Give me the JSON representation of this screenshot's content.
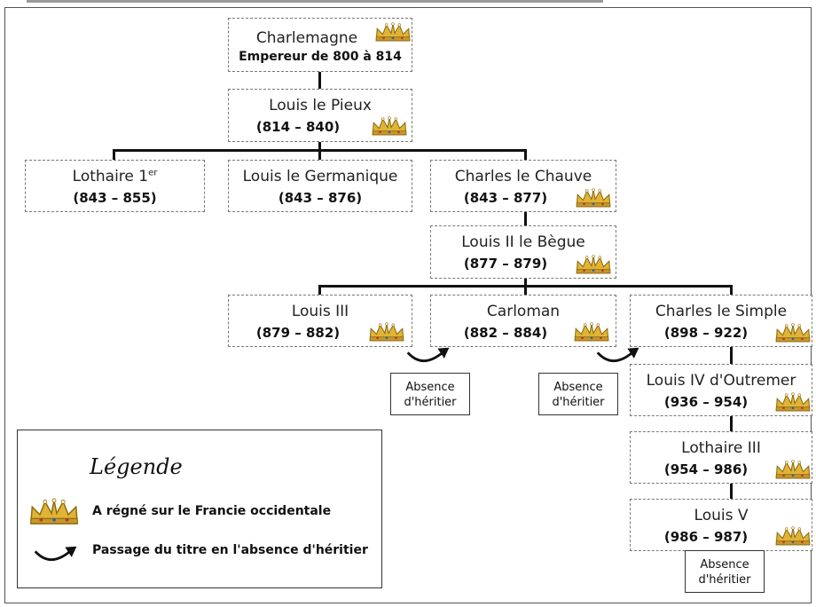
{
  "people": {
    "charlemagne": {
      "name": "Charlemagne",
      "dates": "Empereur de 800 à 814"
    },
    "louis_pieux": {
      "name": "Louis le Pieux",
      "dates": "(814 – 840)"
    },
    "lothaire1": {
      "name": "Lothaire 1",
      "sup": "er",
      "dates": "(843 – 855)"
    },
    "louis_germanique": {
      "name": "Louis le Germanique",
      "dates": "(843 – 876)"
    },
    "charles_chauve": {
      "name": "Charles le Chauve",
      "dates": "(843 – 877)"
    },
    "louis2": {
      "name": "Louis II le Bègue",
      "dates": "(877 – 879)"
    },
    "louis3": {
      "name": "Louis III",
      "dates": "(879 – 882)"
    },
    "carloman": {
      "name": "Carloman",
      "dates": "(882 – 884)"
    },
    "charles_simple": {
      "name": "Charles le Simple",
      "dates": "(898 – 922)"
    },
    "louis4": {
      "name": "Louis IV d'Outremer",
      "dates": "(936 – 954)"
    },
    "lothaire3": {
      "name": "Lothaire III",
      "dates": "(954 – 986)"
    },
    "louis5": {
      "name": "Louis V",
      "dates": "(986 – 987)"
    }
  },
  "absence": {
    "line1": "Absence",
    "line2": "d'héritier"
  },
  "legend": {
    "title": "Légende",
    "crown_text": "A régné sur le Francie occidentale",
    "arrow_text": "Passage du titre en l'absence d'héritier"
  },
  "colors": {
    "crown": "#d9ad2b",
    "crown_dark": "#8a6a10",
    "line": "#111111",
    "box_border": "#777777"
  }
}
